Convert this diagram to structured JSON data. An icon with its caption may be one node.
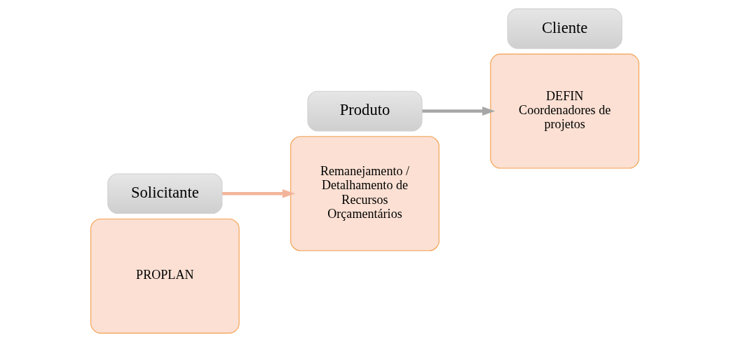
{
  "diagram": {
    "nodes": [
      {
        "text": [
          "PROPLAN"
        ]
      },
      {
        "text": [
          "Solicitante"
        ]
      },
      {
        "text": [
          "Remanejamento / Detalhamento de Recursos Orçamentários"
        ]
      },
      {
        "text": [
          "Produto"
        ]
      },
      {
        "text": [
          "DEFIN",
          "Coordenadores de projetos"
        ]
      },
      {
        "text": [
          "Cliente"
        ]
      }
    ],
    "edges": [
      {
        "from": 1,
        "to": 2,
        "arrow": "to",
        "color": "#f2b49a"
      },
      {
        "from": 3,
        "to": 4,
        "arrow": "to",
        "color": "#a6a6a6"
      }
    ]
  }
}
